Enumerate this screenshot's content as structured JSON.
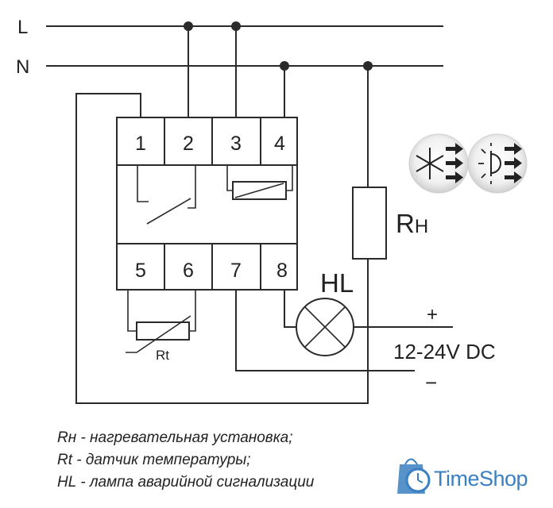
{
  "lines": {
    "l": "L",
    "n": "N"
  },
  "terminals": [
    "1",
    "2",
    "3",
    "4",
    "5",
    "6",
    "7",
    "8"
  ],
  "labels": {
    "rh_main": "R",
    "rh_sub": "H",
    "hl": "HL",
    "rt": "Rt",
    "plus": "+",
    "minus": "−",
    "voltage": "12-24V DC"
  },
  "legend": [
    "Rн - нагревательная установка;",
    "Rt - датчик температуры;",
    "HL - лампа аварийной сигнализации"
  ],
  "brand": {
    "name": "TimeShop",
    "color": "#3a7fc1",
    "icon": "shopping-bag-clock-icon"
  },
  "icons": [
    "snowflake-arrows-icon",
    "sun-arrows-icon"
  ]
}
